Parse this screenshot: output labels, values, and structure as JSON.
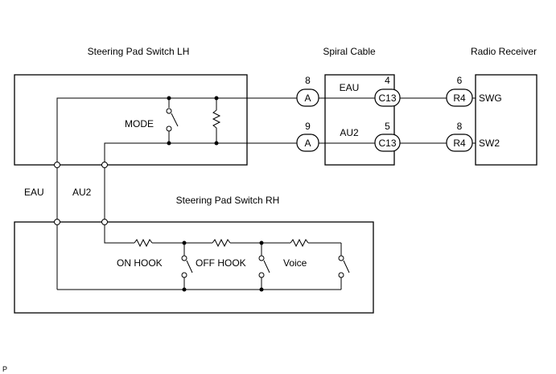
{
  "components": {
    "steering_lh": "Steering Pad Switch LH",
    "spiral_cable": "Spiral Cable",
    "radio_receiver": "Radio Receiver",
    "steering_rh": "Steering Pad Switch RH"
  },
  "switch_labels": {
    "mode": "MODE",
    "on_hook": "ON HOOK",
    "off_hook": "OFF HOOK",
    "voice": "Voice"
  },
  "wire_labels": {
    "eau": "EAU",
    "au2": "AU2"
  },
  "spiral_terminals": {
    "eau": "EAU",
    "au2": "AU2"
  },
  "receiver_terminals": {
    "swg": "SWG",
    "sw2": "SW2"
  },
  "connectors": {
    "a_top": {
      "name": "A",
      "pin": "8"
    },
    "a_bottom": {
      "name": "A",
      "pin": "9"
    },
    "c13_top": {
      "name": "C13",
      "pin": "4"
    },
    "c13_bottom": {
      "name": "C13",
      "pin": "5"
    },
    "r4_top": {
      "name": "R4",
      "pin": "6"
    },
    "r4_bottom": {
      "name": "R4",
      "pin": "8"
    }
  },
  "footer_mark": "P"
}
